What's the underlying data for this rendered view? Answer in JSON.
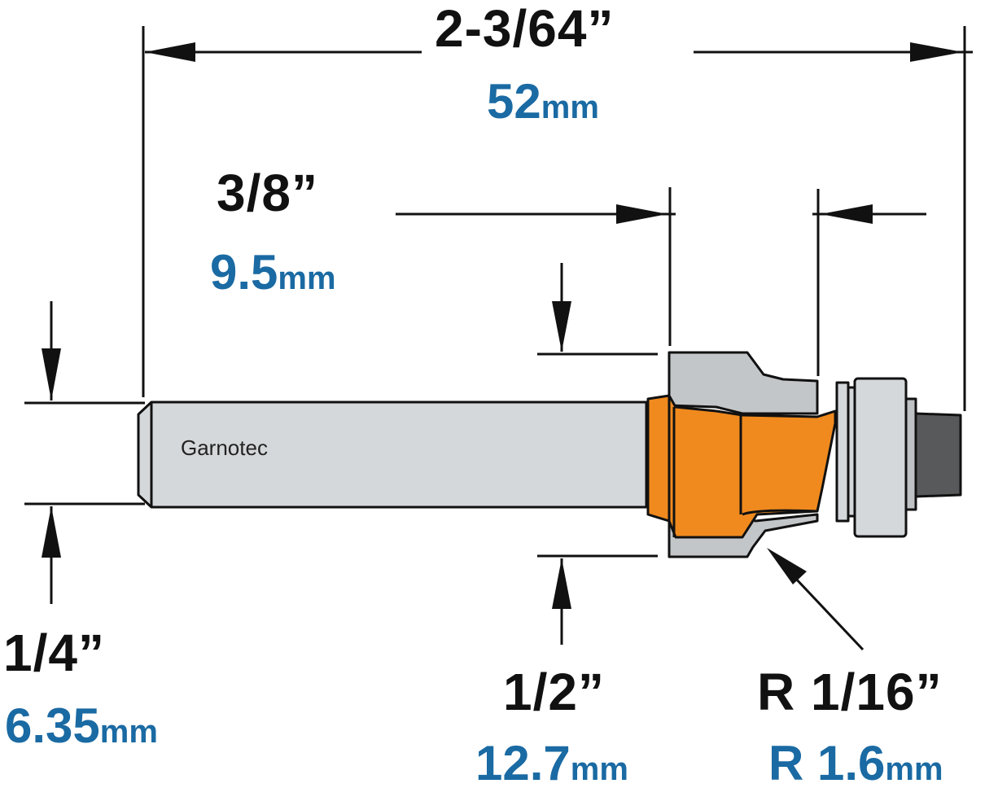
{
  "brand": "Garnotec",
  "dimensions": {
    "overall_length": {
      "imperial": "2-3/64”",
      "metric_value": "52",
      "metric_unit": "mm"
    },
    "cutting_height": {
      "imperial": "3/8”",
      "metric_value": "9.5",
      "metric_unit": "mm"
    },
    "shank_diameter": {
      "imperial": "1/4”",
      "metric_value": "6.35",
      "metric_unit": "mm"
    },
    "cutting_diameter": {
      "imperial": "1/2”",
      "metric_value": "12.7",
      "metric_unit": "mm"
    },
    "radius": {
      "imperial": "R 1/16”",
      "metric_value": "R 1.6",
      "metric_unit": "mm"
    }
  },
  "colors": {
    "cutter_body": "#f08a1e",
    "shank": "#d5d8da",
    "carbide": "#b8bcbf",
    "bearing_screw": "#58595b",
    "metric_text": "#1a6aa3",
    "imperial_text": "#111111",
    "line": "#111111"
  }
}
